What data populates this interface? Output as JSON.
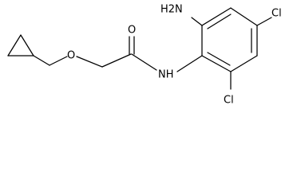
{
  "diagram": {
    "type": "structural-formula",
    "atoms": [
      {
        "id": "nh2",
        "label": "H2N"
      },
      {
        "id": "cl_top",
        "label": "Cl"
      },
      {
        "id": "o_carbonyl",
        "label": "O"
      },
      {
        "id": "o_ether",
        "label": "O"
      },
      {
        "id": "nh",
        "label": "NH"
      },
      {
        "id": "cl_bottom",
        "label": "Cl"
      }
    ]
  },
  "colors": {
    "bond": "#000000",
    "label": "#000000",
    "background": "#ffffff"
  }
}
